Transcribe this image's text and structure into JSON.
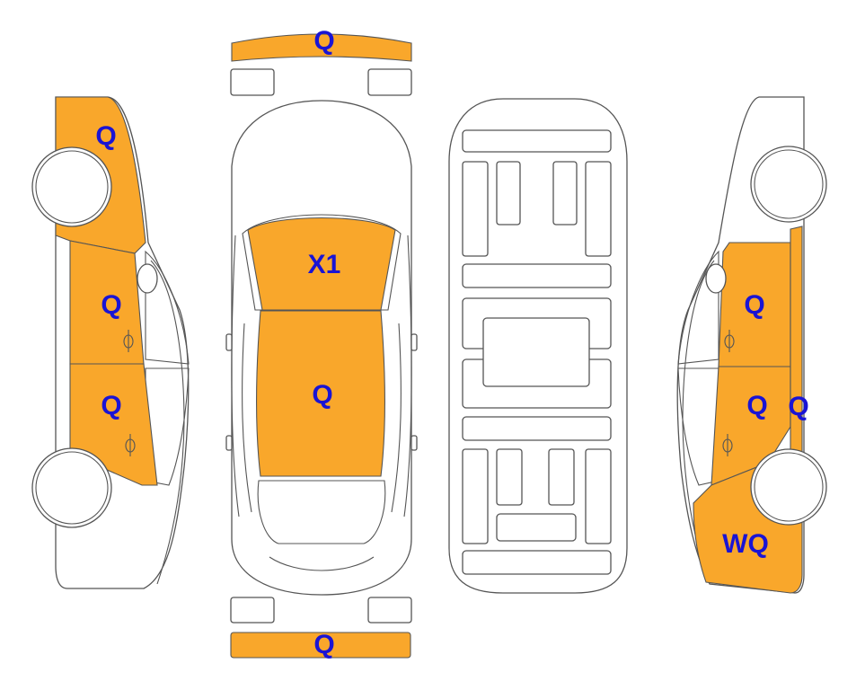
{
  "colors": {
    "damaged_panel": "#F9A72B",
    "label_text": "#1A14D4",
    "outline": "#555555",
    "background": "#FFFFFF"
  },
  "labels": {
    "front_bumper": "Q",
    "rear_bumper": "Q",
    "hood": "X1",
    "roof": "Q",
    "left_front_fender": "Q",
    "left_front_door": "Q",
    "left_rear_door": "Q",
    "right_front_door": "Q",
    "right_rear_door": "Q",
    "right_rear_pillar": "Q",
    "right_rear_quarter": "WQ"
  }
}
